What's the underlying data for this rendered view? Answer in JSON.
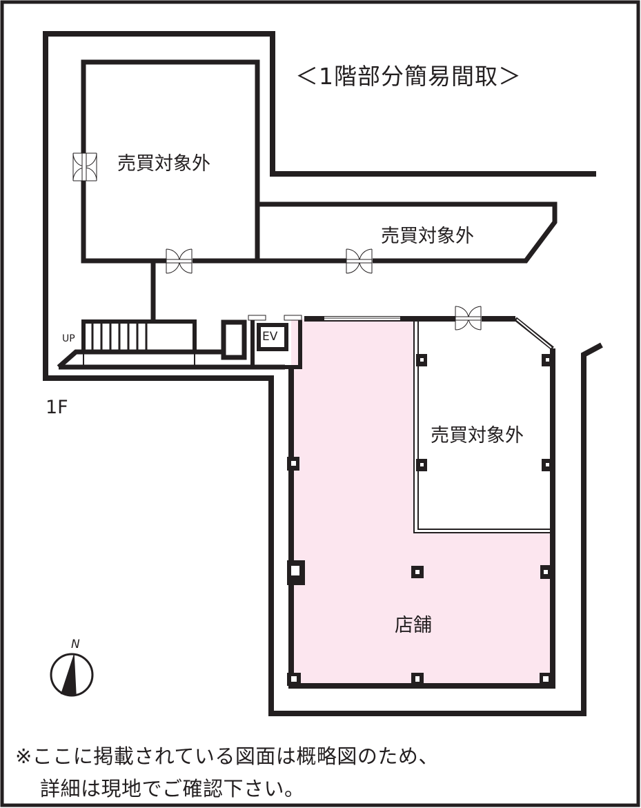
{
  "diagram": {
    "type": "floor-plan",
    "title": "＜1階部分簡易間取＞",
    "floor_label": "1F",
    "colors": {
      "wall": "#231f20",
      "shop_fill": "#fce6ef",
      "background": "#ffffff"
    },
    "rooms": [
      {
        "id": "room-northwest",
        "label": "売買対象外"
      },
      {
        "id": "room-north-corridor",
        "label": "売買対象外"
      },
      {
        "id": "room-east",
        "label": "売買対象外"
      },
      {
        "id": "room-shop",
        "label": "店舗",
        "highlighted": true
      }
    ],
    "fixtures": {
      "stairs_label": "UP",
      "elevator_label": "EV",
      "compass_label": "N",
      "door_count": 4
    },
    "note": {
      "line1": "※ここに掲載されている図面は概略図のため、",
      "line2": "詳細は現地でご確認下さい。"
    }
  }
}
